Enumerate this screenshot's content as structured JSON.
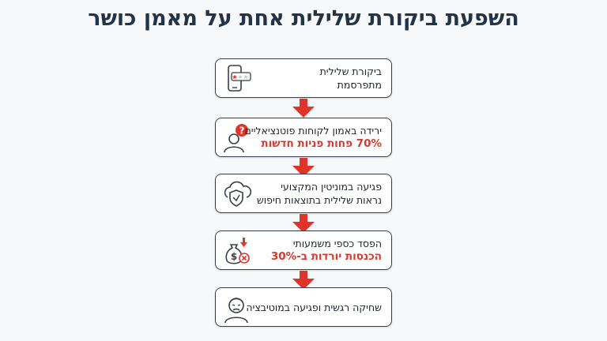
{
  "title": "השפעת ביקורת שלילית אחת על מאמן כושר",
  "colors": {
    "accent": "#e0342b",
    "title": "#243447",
    "border": "#3a3f47"
  },
  "steps": [
    {
      "icon": "phone-review-icon",
      "line1": "ביקורת שלילית",
      "line2": "מתפרסמת",
      "line2_highlight": false
    },
    {
      "icon": "person-question-icon",
      "line1": "ירידה באמון לקוחות פוטנציאליים",
      "line2": "70% פחות פניות חדשות",
      "line2_highlight": true
    },
    {
      "icon": "shield-cloud-icon",
      "line1": "פגיעה במוניטין המקצועי",
      "line2": "נראות שלילית בתוצאות חיפוש",
      "line2_highlight": false
    },
    {
      "icon": "money-loss-icon",
      "line1": "הפסד כספי משמעותי",
      "line2": "הכנסות יורדות ב-30%",
      "line2_highlight": true
    },
    {
      "icon": "tired-person-icon",
      "line1": "שחיקה רגשית ופגיעה במוטיבציה",
      "line2": "",
      "line2_highlight": false
    }
  ]
}
